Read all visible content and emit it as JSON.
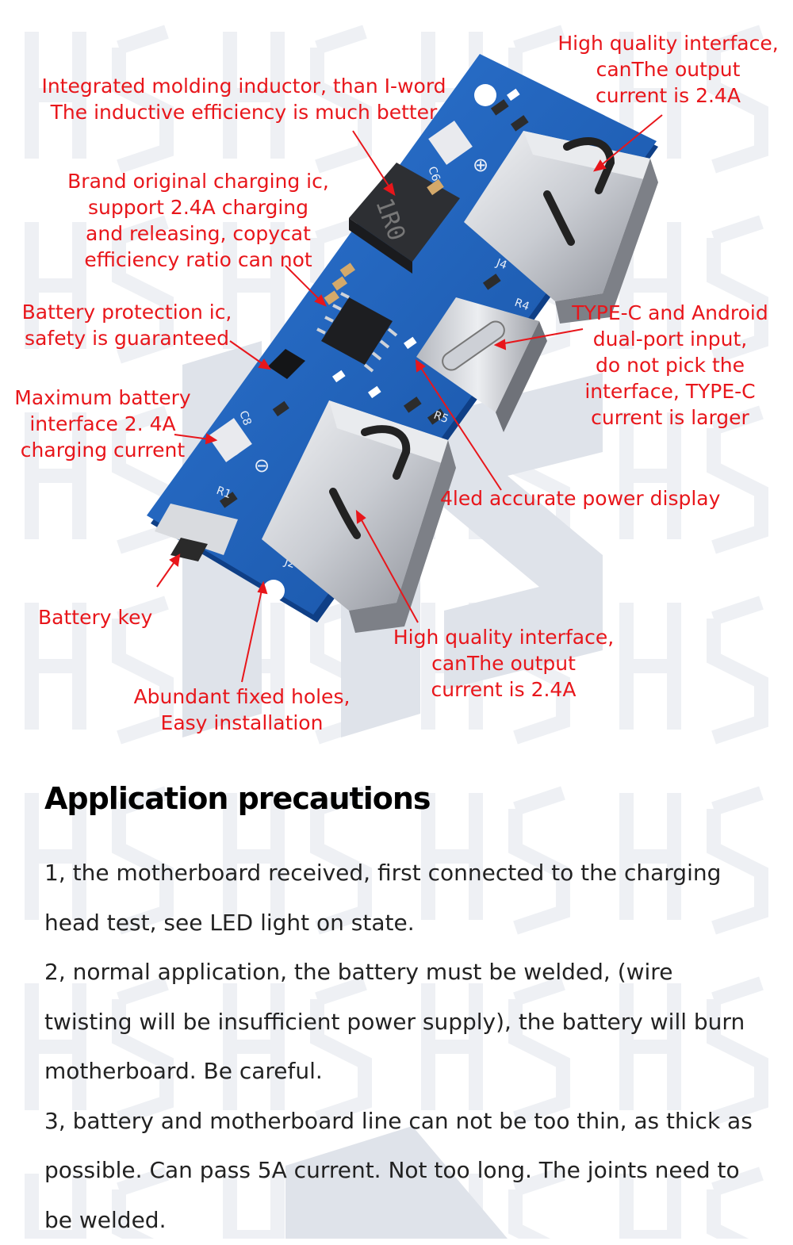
{
  "callouts": {
    "inductor": "Integrated molding inductor, than I-word\nThe inductive efficiency is much better",
    "top_usb": "High quality interface,\ncanThe output\ncurrent is 2.4A",
    "charging_ic": "Brand original charging ic,\nsupport 2.4A charging\nand releasing, copycat\nefficiency ratio can not",
    "protection_ic": "Battery protection ic,\nsafety is guaranteed",
    "typec": "TYPE-C and Android\ndual-port input,\ndo not pick the\ninterface, TYPE-C\ncurrent is larger",
    "max_current": "Maximum battery\ninterface 2. 4A\ncharging current",
    "led_display": "4led accurate power display",
    "battery_key": "Battery key",
    "bottom_usb": "High quality interface,\ncanThe output\ncurrent is 2.4A",
    "holes": "Abundant fixed holes,\nEasy installation"
  },
  "board_labels": {
    "inductor_marking": "1R0",
    "j4": "J4",
    "j2": "J2",
    "r1": "R1",
    "r4": "R4",
    "r5": "R5",
    "c8": "C8",
    "c6": "C6",
    "plus": "⊕",
    "minus": "⊖"
  },
  "section": {
    "title": "Application precautions",
    "paragraphs": [
      "1, the motherboard received, first connected to the charging head test, see LED light on state.",
      "2, normal application, the battery must be welded, (wire twisting will be insufficient power supply), the battery will burn motherboard. Be careful.",
      "3, battery and motherboard line can not be too thin, as thick as possible. Can pass 5A current. Not too long. The joints need to be welded."
    ]
  },
  "colors": {
    "callout": "#e8161b",
    "pcb": "#1c5fbf",
    "watermark": "#dfe3ea"
  }
}
